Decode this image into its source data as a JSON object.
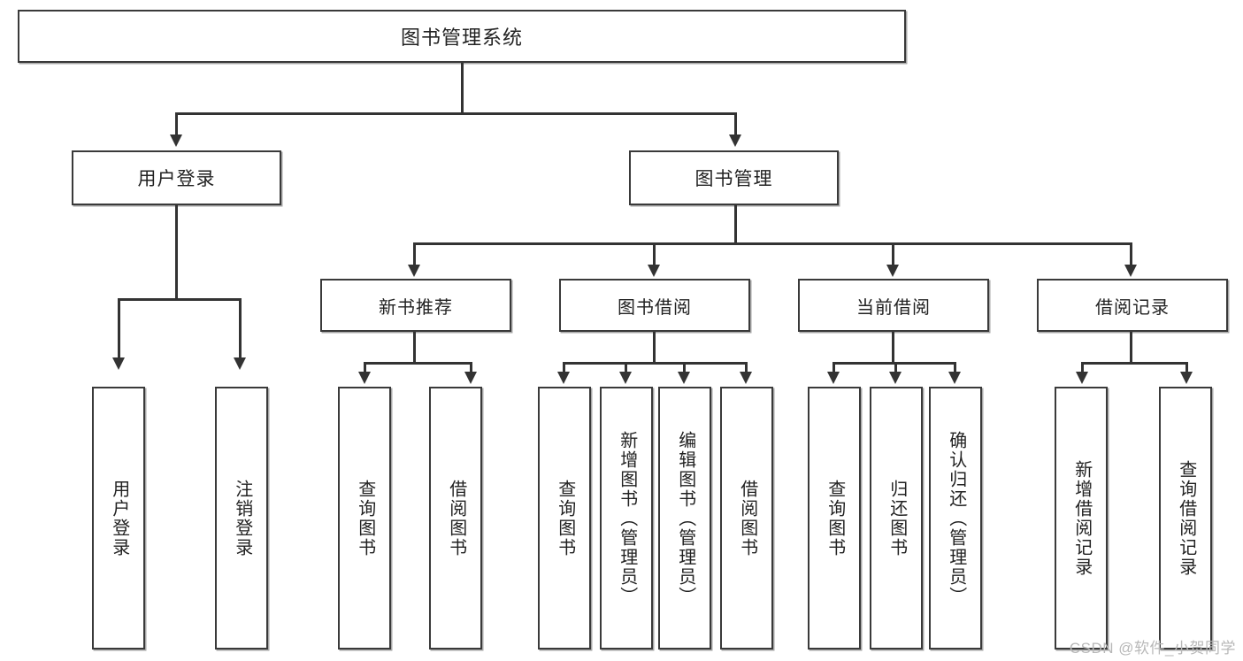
{
  "diagram": {
    "title": "图书管理系统",
    "type": "hierarchy-tree",
    "watermark": "CSDN @软件_小贺同学",
    "colors": {
      "box_border": "#3a3a3a",
      "connector": "#333333",
      "background": "#ffffff",
      "text": "#222222",
      "watermark": "#b8b8b8"
    },
    "root": {
      "label": "图书管理系统"
    },
    "level2": [
      {
        "id": "user-login",
        "label": "用户登录"
      },
      {
        "id": "book-manage",
        "label": "图书管理"
      }
    ],
    "level3": [
      {
        "id": "new-book-recommend",
        "label": "新书推荐",
        "parent": "book-manage"
      },
      {
        "id": "book-borrow",
        "label": "图书借阅",
        "parent": "book-manage"
      },
      {
        "id": "current-borrow",
        "label": "当前借阅",
        "parent": "book-manage"
      },
      {
        "id": "borrow-record",
        "label": "借阅记录",
        "parent": "book-manage"
      }
    ],
    "leaves": [
      {
        "id": "leaf-user-login",
        "label": "用户登录",
        "parent": "user-login"
      },
      {
        "id": "leaf-logout",
        "label": "注销登录",
        "parent": "user-login"
      },
      {
        "id": "leaf-query-book-1",
        "label": "查询图书",
        "parent": "new-book-recommend"
      },
      {
        "id": "leaf-borrow-book-1",
        "label": "借阅图书",
        "parent": "new-book-recommend"
      },
      {
        "id": "leaf-query-book-2",
        "label": "查询图书",
        "parent": "book-borrow"
      },
      {
        "id": "leaf-add-book",
        "label": "新增图书（管理员）",
        "parent": "book-borrow"
      },
      {
        "id": "leaf-edit-book",
        "label": "编辑图书（管理员）",
        "parent": "book-borrow"
      },
      {
        "id": "leaf-borrow-book-2",
        "label": "借阅图书",
        "parent": "book-borrow"
      },
      {
        "id": "leaf-query-book-3",
        "label": "查询图书",
        "parent": "current-borrow"
      },
      {
        "id": "leaf-return-book",
        "label": "归还图书",
        "parent": "current-borrow"
      },
      {
        "id": "leaf-confirm-return",
        "label": "确认归还（管理员）",
        "parent": "current-borrow"
      },
      {
        "id": "leaf-add-record",
        "label": "新增借阅记录",
        "parent": "borrow-record"
      },
      {
        "id": "leaf-query-record",
        "label": "查询借阅记录",
        "parent": "borrow-record"
      }
    ]
  }
}
